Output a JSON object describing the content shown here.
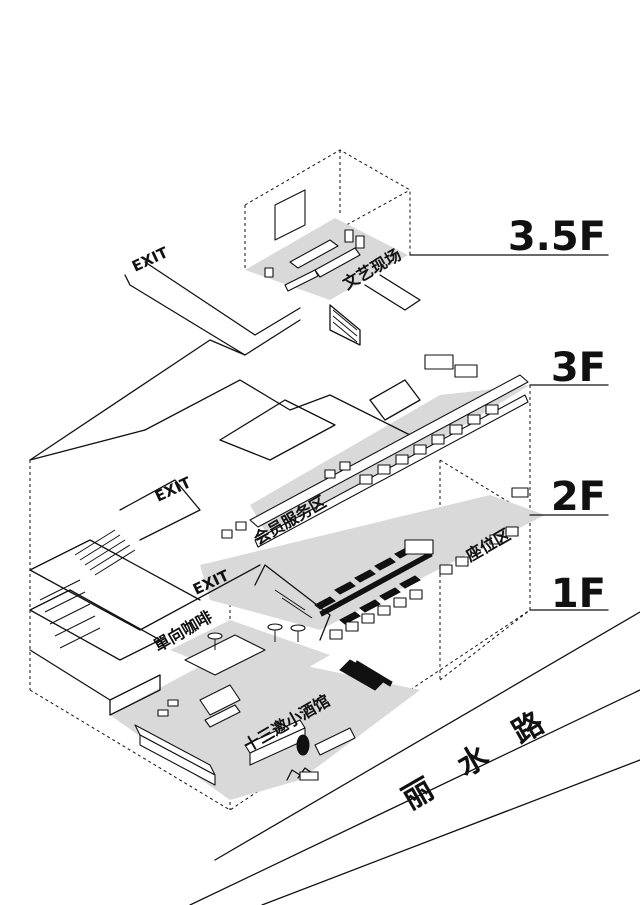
{
  "floors": [
    {
      "id": "f35",
      "label": "3.5F"
    },
    {
      "id": "f3",
      "label": "3F"
    },
    {
      "id": "f2",
      "label": "2F"
    },
    {
      "id": "f1",
      "label": "1F"
    }
  ],
  "zones": {
    "wenyi": "文艺现场",
    "huiyuan": "会员服务区",
    "zuowei": "座位区",
    "danxiang": "單向咖啡",
    "shisan": "十三邀小酒馆"
  },
  "exits": [
    "EXIT",
    "EXIT",
    "EXIT"
  ],
  "road": {
    "name": [
      "丽",
      "水",
      "路"
    ]
  },
  "colors": {
    "line": "#111111",
    "floor_fill": "#d9d9d9",
    "background": "#ffffff"
  }
}
